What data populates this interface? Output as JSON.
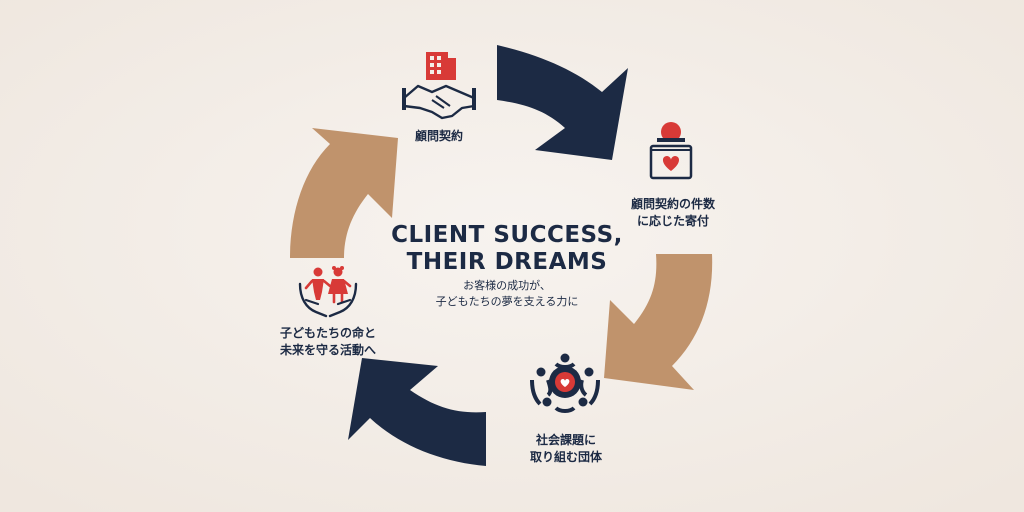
{
  "colors": {
    "background": "#f4eee8",
    "navy": "#1c2a44",
    "tan": "#c0936c",
    "red": "#d83a37"
  },
  "center": {
    "title_line1": "CLIENT SUCCESS,",
    "title_line2": "THEIR DREAMS",
    "subtitle_line1": "お客様の成功が、",
    "subtitle_line2": "子どもたちの夢を支える力に"
  },
  "steps": [
    {
      "icon": "handshake-building-icon",
      "line1": "顧問契約"
    },
    {
      "icon": "donation-box-icon",
      "line1": "顧問契約の件数",
      "line2": "に応じた寄付"
    },
    {
      "icon": "community-heart-icon",
      "line1": "社会課題に",
      "line2": "取り組む団体"
    },
    {
      "icon": "children-hands-icon",
      "line1": "子どもたちの命と",
      "line2": "未来を守る活動へ"
    }
  ]
}
